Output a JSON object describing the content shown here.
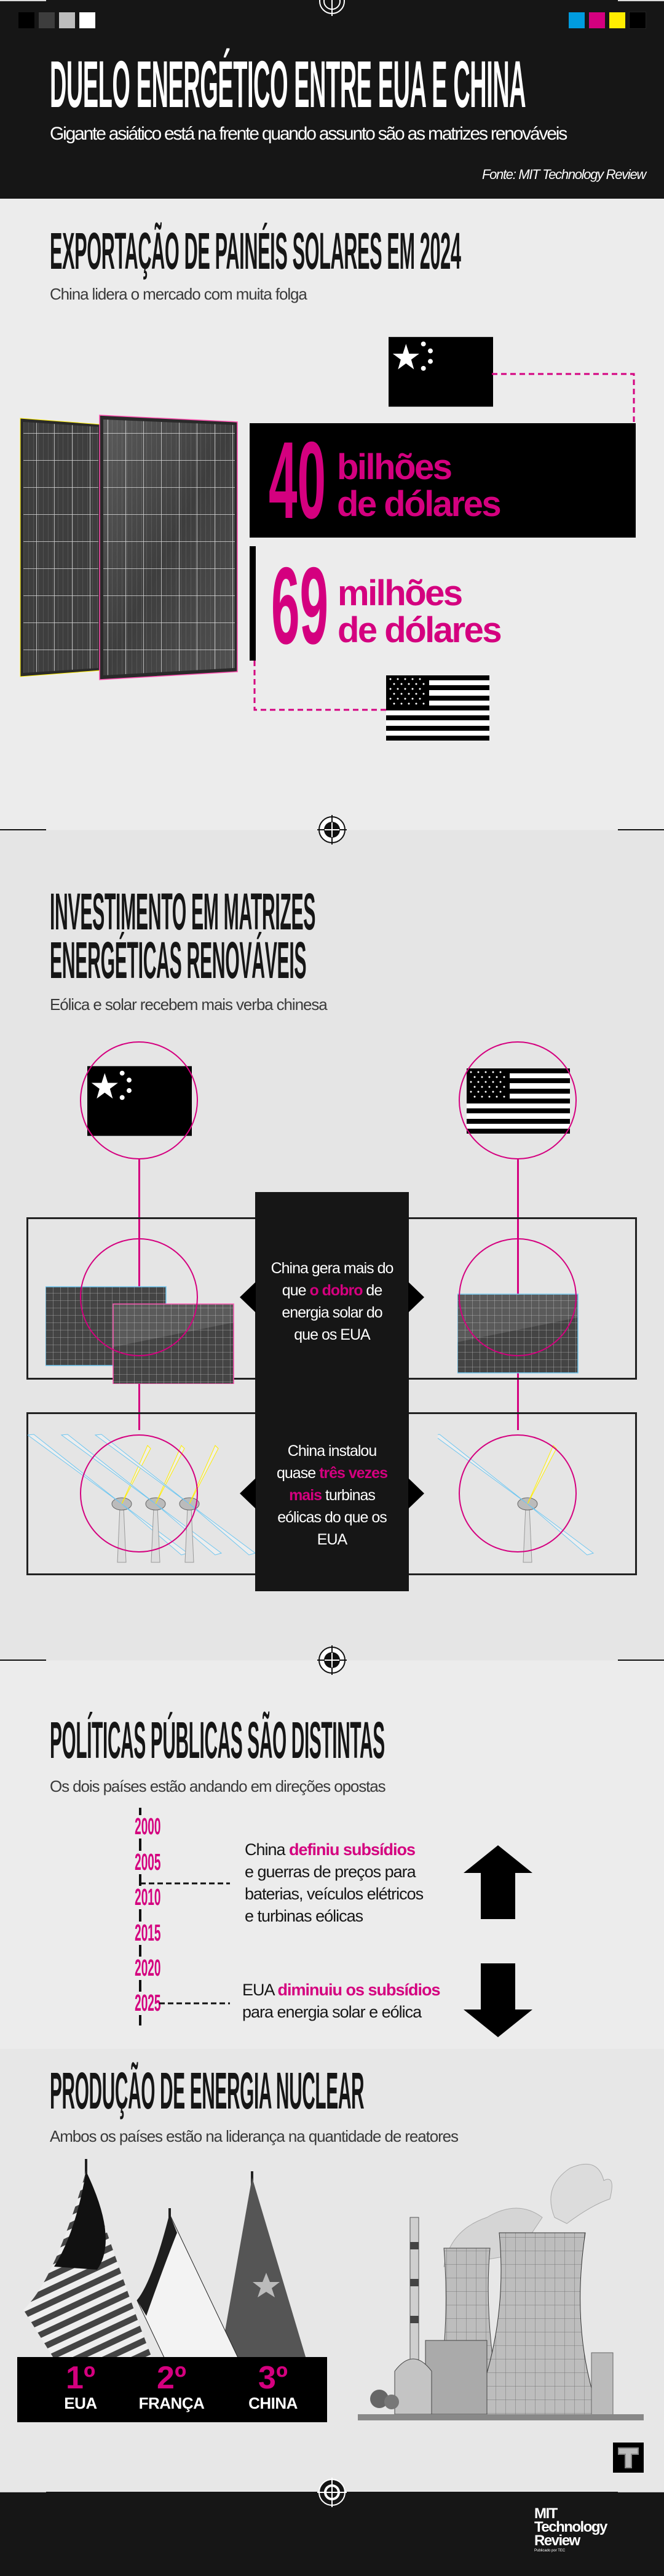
{
  "header": {
    "title": "DUELO ENERGÉTICO ENTRE EUA E CHINA",
    "subtitle": "Gigante asiático está na frente quando assunto são as matrizes renováveis",
    "source": "Fonte: MIT Technology Review",
    "swatches_gray": [
      "#000000",
      "#3d3d3d",
      "#bdbdbd",
      "#ffffff"
    ],
    "swatches_cmyk": [
      "#009bde",
      "#d4007f",
      "#ffed00",
      "#000000"
    ]
  },
  "colors": {
    "accent": "#d4007f",
    "dark": "#161616"
  },
  "solar_exports": {
    "title": "EXPORTAÇÃO DE PAINÉIS SOLARES EM 2024",
    "subtitle": "China lidera o mercado com muita folga",
    "china": {
      "value": "40",
      "unit_line1": "bilhões",
      "unit_line2": "de dólares"
    },
    "usa": {
      "value": "69",
      "unit_line1": "milhões",
      "unit_line2": "de dólares"
    }
  },
  "investment": {
    "title_line1": "INVESTIMENTO EM MATRIZES",
    "title_line2": "ENERGÉTICAS RENOVÁVEIS",
    "subtitle": "Eólica e solar recebem mais verba chinesa",
    "solar_text": {
      "pre": "China gera mais do que ",
      "highlight": "o dobro",
      "post": " de energia solar do que os EUA"
    },
    "wind_text": {
      "pre": "China instalou quase ",
      "highlight": "três vezes mais",
      "post": " turbinas eólicas do que os EUA"
    }
  },
  "policies": {
    "title": "POLÍTICAS PÚBLICAS SÃO DISTINTAS",
    "subtitle": "Os dois países estão andando em direções opostas",
    "years": [
      "2000",
      "2005",
      "2010",
      "2015",
      "2020",
      "2025"
    ],
    "china": {
      "pre": "China ",
      "highlight": "definiu subsídios",
      "post_lines": [
        "e guerras de preços para",
        "baterias, veículos elétricos",
        "e turbinas eólicas"
      ],
      "direction": "up"
    },
    "usa": {
      "pre": "EUA ",
      "highlight": "diminuiu os subsídios",
      "post_lines": [
        "para energia solar e eólica"
      ],
      "direction": "down"
    }
  },
  "nuclear": {
    "title": "PRODUÇÃO DE ENERGIA NUCLEAR",
    "subtitle": "Ambos os países estão na liderança na quantidade de reatores",
    "ranking": [
      {
        "place": "1º",
        "country": "EUA"
      },
      {
        "place": "2º",
        "country": "FRANÇA"
      },
      {
        "place": "3º",
        "country": "CHINA"
      }
    ]
  },
  "footer": {
    "logo_line1": "MIT",
    "logo_line2": "Technology",
    "logo_line3": "Review",
    "publisher": "Publicado por TEC",
    "brand_mark": "T"
  }
}
